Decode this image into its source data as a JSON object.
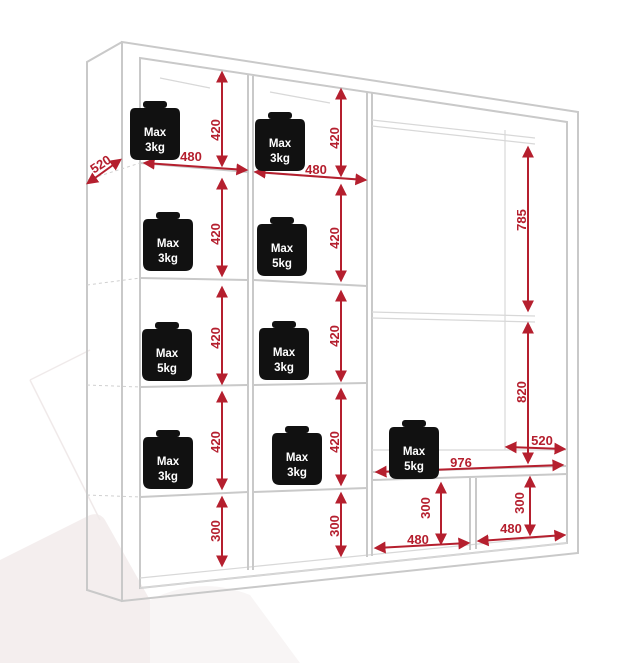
{
  "colors": {
    "dimension": "#b51f2e",
    "weight_icon": "#111111",
    "outline": "#c9c9c9"
  },
  "weights": [
    {
      "max": "Max",
      "value": "3kg"
    },
    {
      "max": "Max",
      "value": "3kg"
    },
    {
      "max": "Max",
      "value": "3kg"
    },
    {
      "max": "Max",
      "value": "5kg"
    },
    {
      "max": "Max",
      "value": "5kg"
    },
    {
      "max": "Max",
      "value": "3kg"
    },
    {
      "max": "Max",
      "value": "3kg"
    },
    {
      "max": "Max",
      "value": "3kg"
    },
    {
      "max": "Max",
      "value": "5kg"
    }
  ],
  "dimensions": {
    "depth_side": "520",
    "shelf_width_left": "480",
    "shelf_width_mid": "480",
    "left_h1": "420",
    "left_h2": "420",
    "left_h3": "420",
    "left_h4": "420",
    "left_bottom": "300",
    "mid_h1": "420",
    "mid_h2": "420",
    "mid_h3": "420",
    "mid_h4": "420",
    "mid_bottom": "300",
    "hang_upper": "785",
    "hang_lower": "820",
    "right_depth": "520",
    "right_width": "976",
    "bottom_left_height": "300",
    "bottom_left_width": "480",
    "bottom_right_height": "300",
    "bottom_right_width": "480"
  }
}
